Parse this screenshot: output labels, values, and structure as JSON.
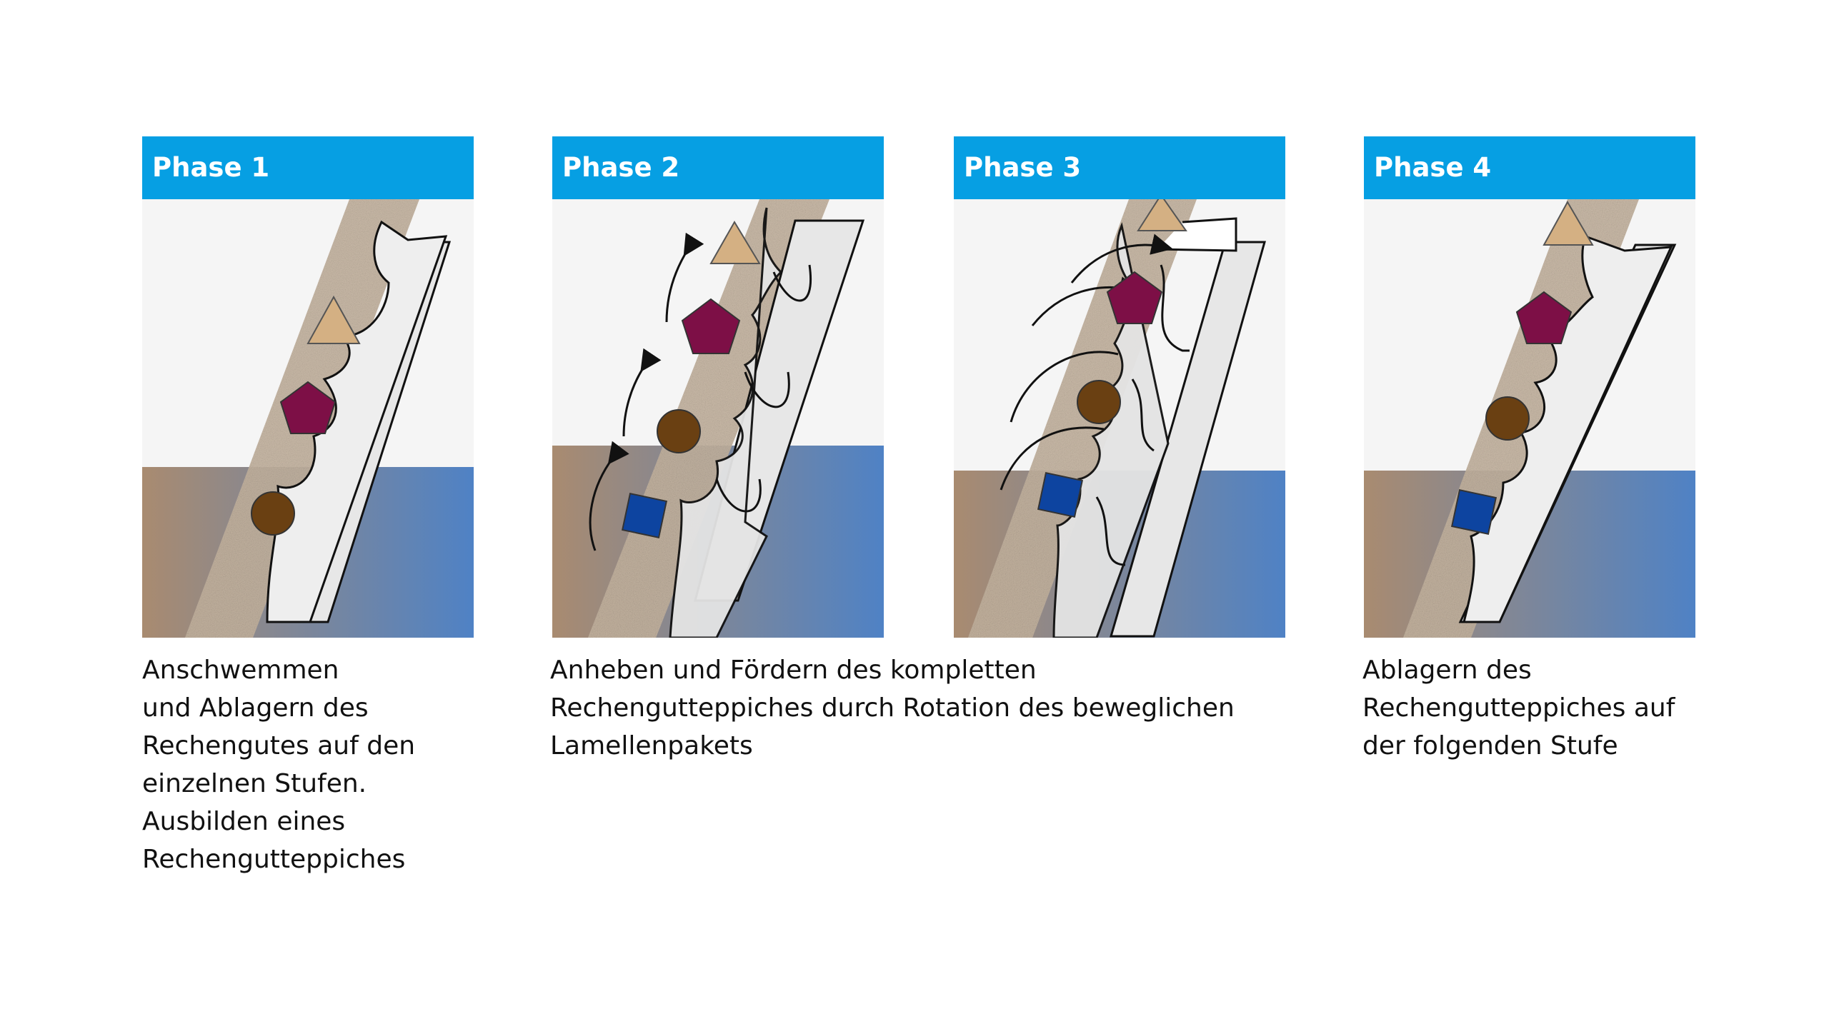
{
  "phases": [
    {
      "title": "Phase 1",
      "caption_lines": [
        "Anschwemmen",
        "und Ablagern des",
        "Rechengutes auf den",
        "einzelnen Stufen.",
        "Ausbilden eines",
        "Rechengutteppiches"
      ]
    },
    {
      "title": "Phase 2",
      "caption_lines": [
        "Anheben und Fördern des kompletten",
        "Rechengutteppiches durch Rotation des beweglichen",
        "Lamellenpakets"
      ]
    },
    {
      "title": "Phase 3",
      "caption_lines": []
    },
    {
      "title": "Phase 4",
      "caption_lines": [
        "Ablagern des",
        "Rechengutteppiches auf",
        "der folgenden Stufe"
      ]
    }
  ],
  "colors": {
    "header": "#069fe3",
    "water_left": "#a98b70",
    "water_right": "#4f82c5",
    "sky": "#f5f5f5",
    "debris_band": "#c7b6a2",
    "triangle": "#d4b083",
    "pentagon": "#7d0f46",
    "circle": "#6a4012",
    "square": "#0d44a0"
  },
  "icons": [
    "triangle-debris-icon",
    "pentagon-debris-icon",
    "circle-debris-icon",
    "square-debris-icon",
    "lift-arrow-icon"
  ]
}
